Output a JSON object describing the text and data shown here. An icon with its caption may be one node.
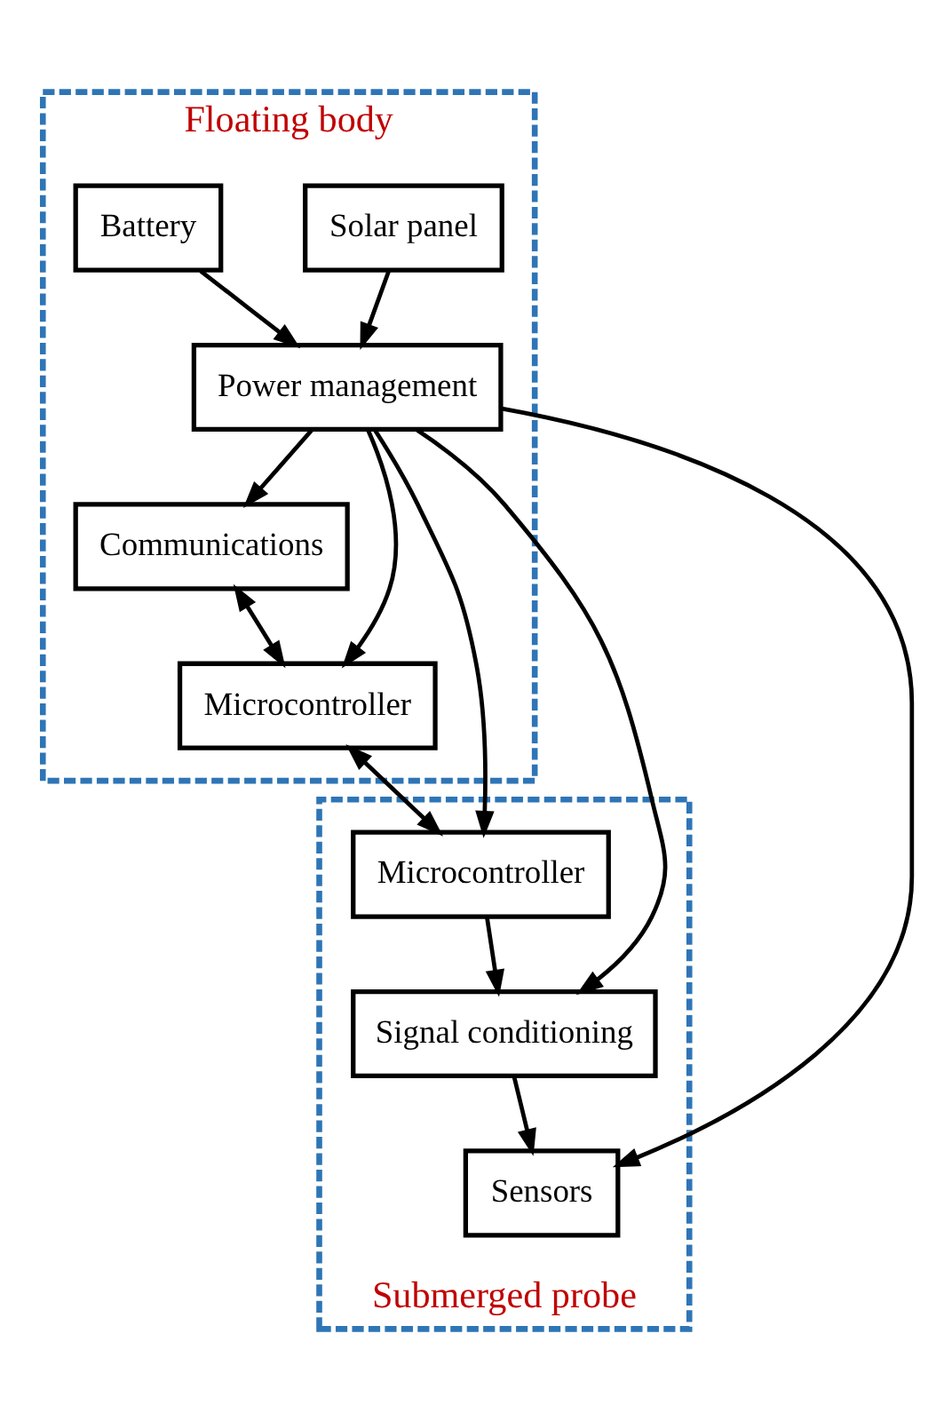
{
  "diagram": {
    "nodes": [
      {
        "text": [
          "Floating body"
        ]
      },
      {
        "text": [
          "Solar panel"
        ],
        "in": 0
      },
      {
        "text": [
          "Power management"
        ],
        "in": 0
      },
      {
        "text": [
          "Battery"
        ],
        "in": 0
      },
      {
        "text": [
          "Communications"
        ],
        "in": 0
      },
      {
        "text": [
          "Microcontroller"
        ],
        "in": 0
      },
      {
        "text": [
          "Submerged probe"
        ]
      },
      {
        "text": [
          "Microcontroller"
        ],
        "in": 6
      },
      {
        "text": [
          "Signal conditioning"
        ],
        "in": 6
      },
      {
        "text": [
          "Sensors"
        ],
        "in": 6
      }
    ],
    "edges": [
      {
        "from": 1,
        "to": 2,
        "arrow": "to"
      },
      {
        "from": 3,
        "to": 2,
        "arrow": "to"
      },
      {
        "from": 2,
        "to": 4,
        "arrow": "to"
      },
      {
        "from": 2,
        "to": 5,
        "arrow": "to"
      },
      {
        "from": 2,
        "to": 7,
        "arrow": "to"
      },
      {
        "from": 2,
        "to": 8,
        "arrow": "to"
      },
      {
        "from": 2,
        "to": 9,
        "arrow": "to"
      },
      {
        "from": 4,
        "to": 5,
        "arrow": "both"
      },
      {
        "from": 5,
        "to": 7,
        "arrow": "both"
      },
      {
        "from": 7,
        "to": 8,
        "arrow": "to"
      },
      {
        "from": 8,
        "to": 9,
        "arrow": "to"
      }
    ]
  }
}
